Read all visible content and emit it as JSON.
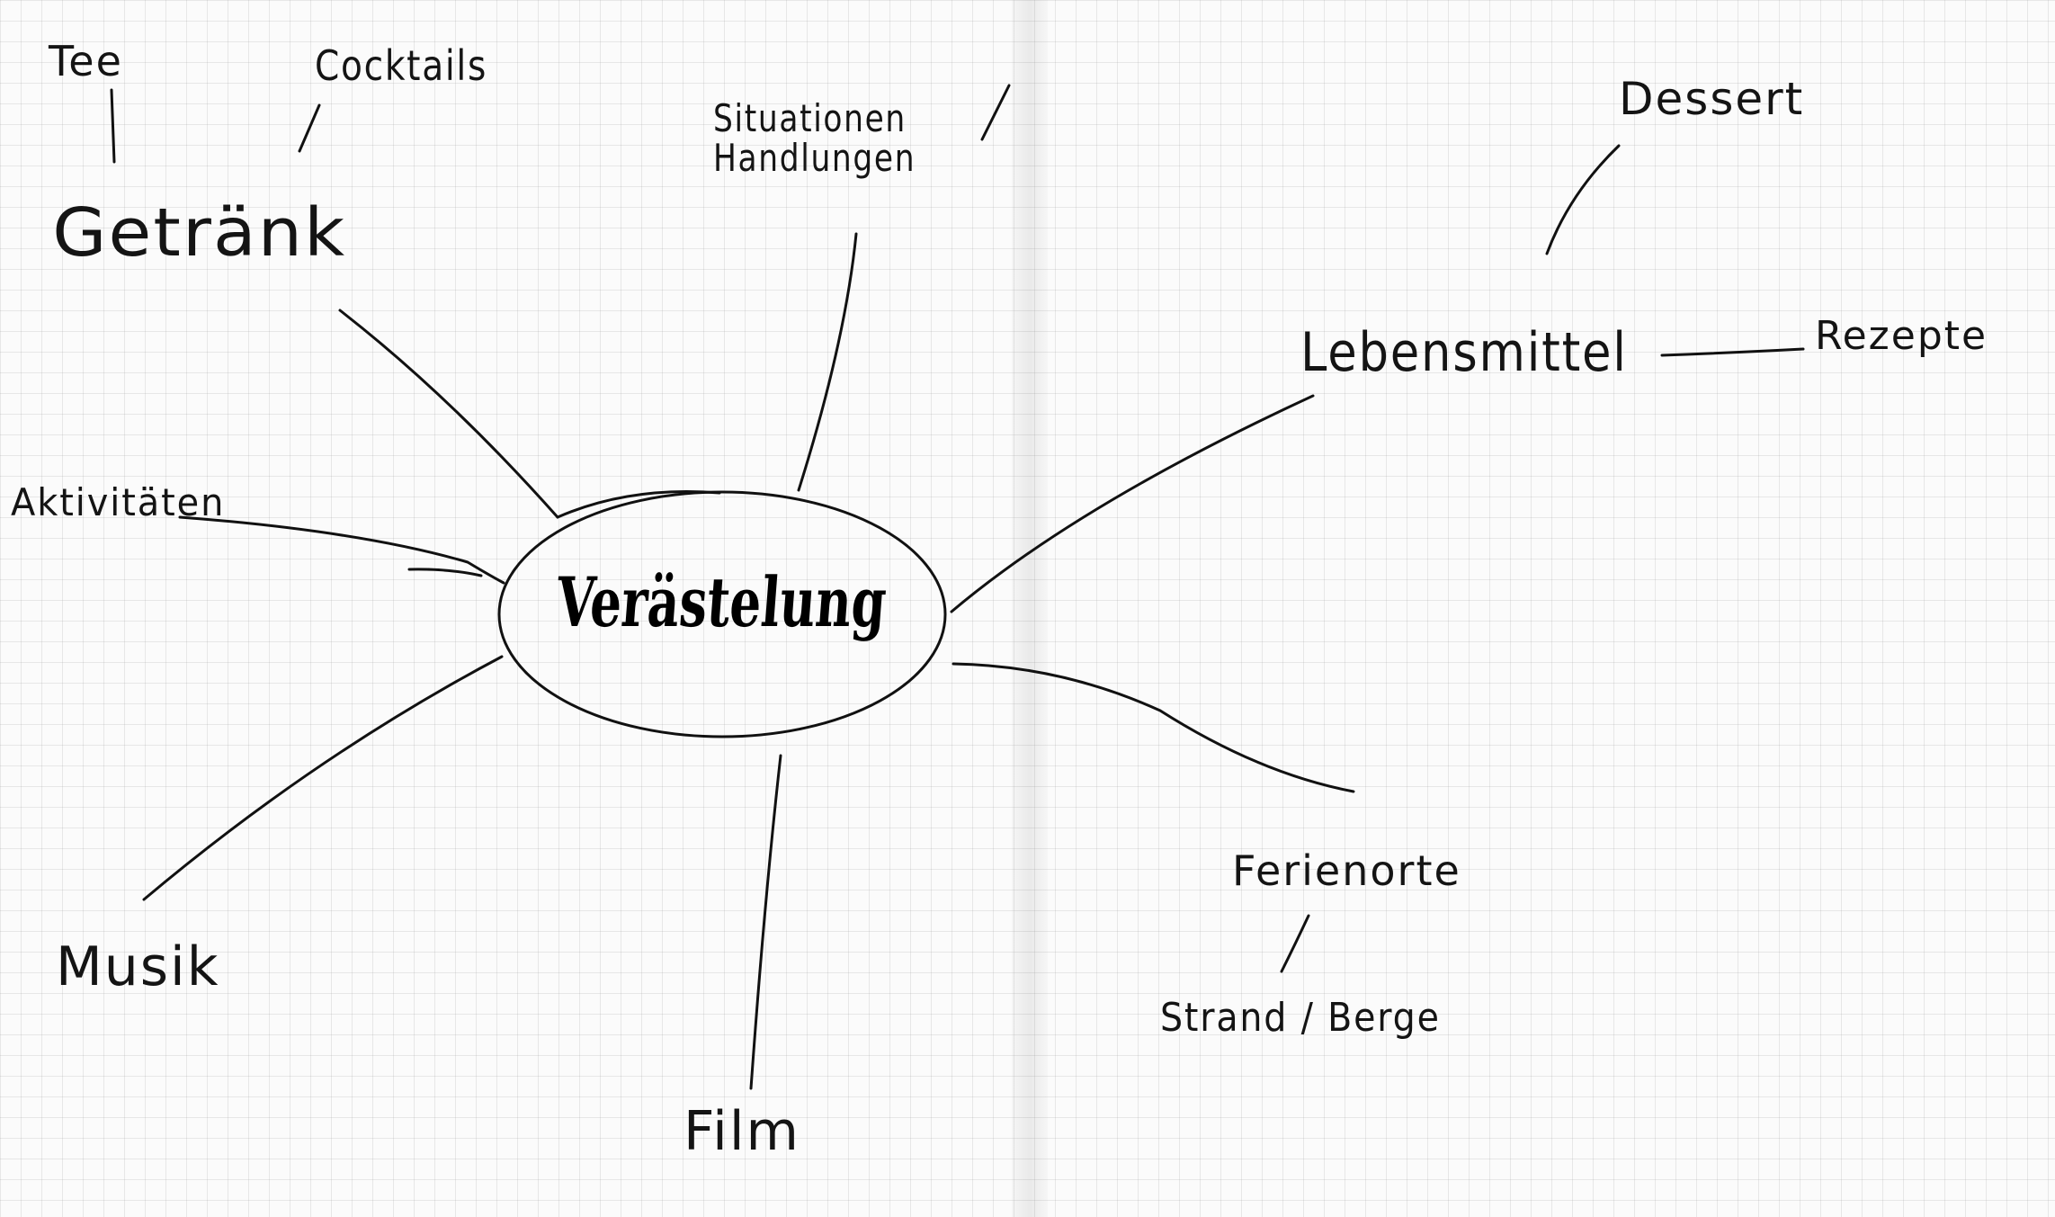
{
  "mindmap": {
    "center": "Verästelung",
    "branches": {
      "getraenk": {
        "label": "Getränk",
        "children": [
          "Tee",
          "Cocktails"
        ]
      },
      "situationen": {
        "line1": "Situationen",
        "line2": "Handlungen"
      },
      "lebensmittel": {
        "label": "Lebensmittel",
        "children": [
          "Dessert",
          "Rezepte"
        ]
      },
      "aktivitaeten": {
        "label": "Aktivitäten"
      },
      "musik": {
        "label": "Musik"
      },
      "film": {
        "label": "Film"
      },
      "ferienorte": {
        "label": "Ferienorte",
        "children": [
          "Strand / Berge"
        ]
      }
    }
  }
}
